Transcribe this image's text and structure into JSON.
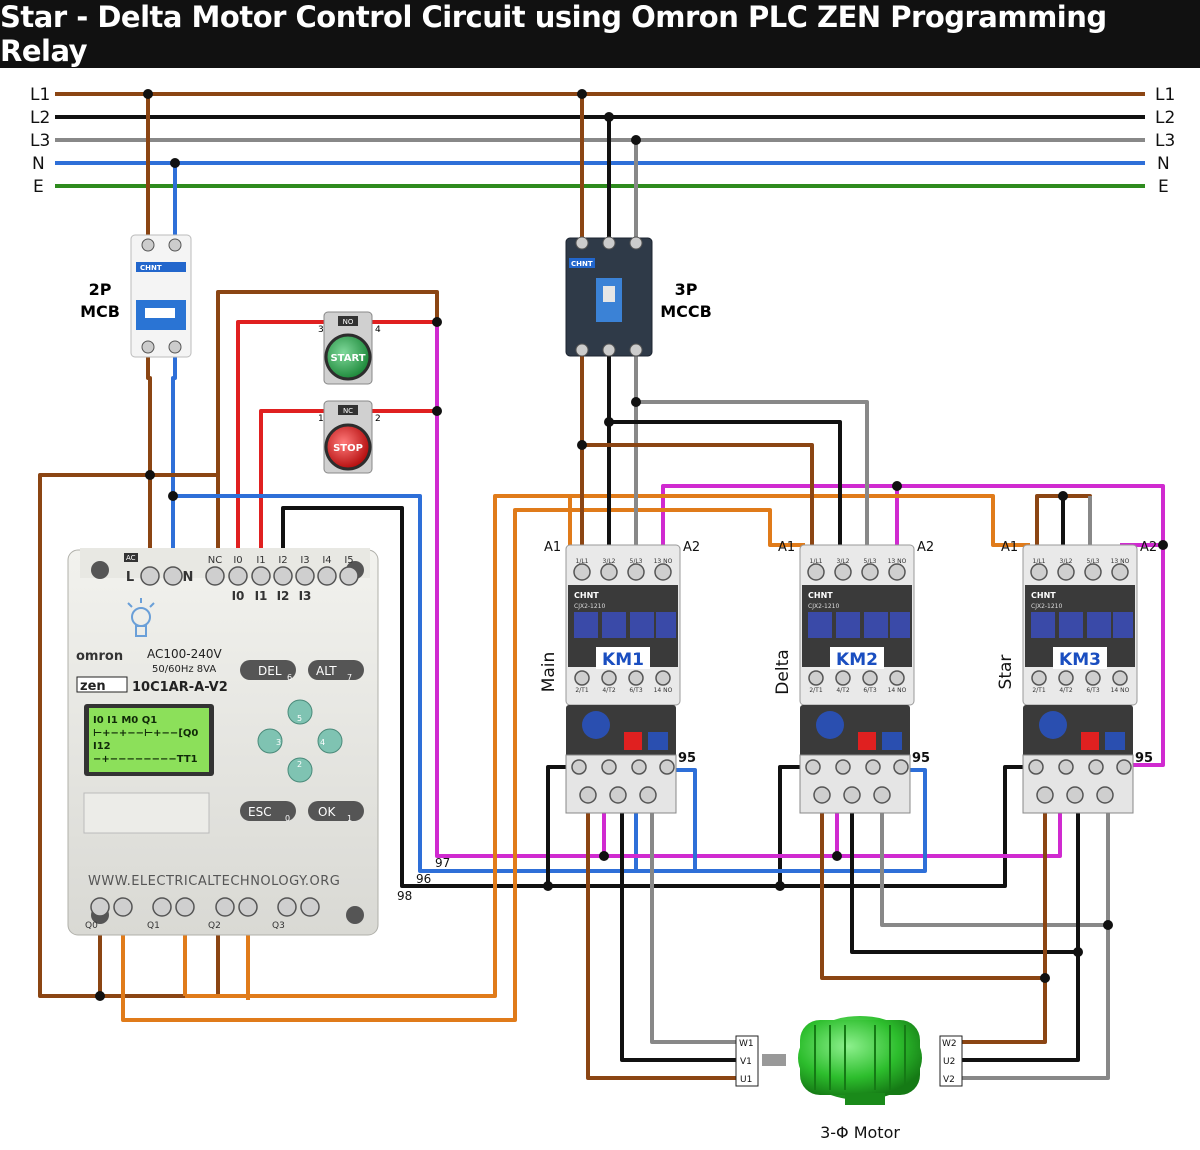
{
  "title": "Star - Delta Motor Control Circuit using Omron PLC ZEN Programming Relay",
  "bus_lines": [
    {
      "label": "L1",
      "color": "#8B4513"
    },
    {
      "label": "L2",
      "color": "#111111"
    },
    {
      "label": "L3",
      "color": "#888888"
    },
    {
      "label": "N",
      "color": "#2E6FD8"
    },
    {
      "label": "E",
      "color": "#2E8B1E"
    }
  ],
  "mcb": {
    "label_line1": "2P",
    "label_line2": "MCB",
    "brand": "CHNT"
  },
  "mccb": {
    "label_line1": "3P",
    "label_line2": "MCCB",
    "brand": "CHNT"
  },
  "buttons": {
    "start": {
      "label": "START",
      "contact": "NO",
      "term_left": "3",
      "term_right": "4",
      "color": "#2FA84F"
    },
    "stop": {
      "label": "STOP",
      "contact": "NC",
      "term_left": "1",
      "term_right": "2",
      "color": "#E02020"
    }
  },
  "plc": {
    "brand": "omron",
    "supply": "AC100-240V",
    "rating": "50/60Hz 8VA",
    "model_prefix": "zen",
    "model": "10C1AR-A-V2",
    "ac_tag": "AC",
    "terminal_labels_top": [
      "L",
      "N",
      "NC",
      "I0",
      "I1",
      "I2",
      "I3",
      "I4",
      "I5"
    ],
    "input_tags": [
      "I0",
      "I1",
      "I2",
      "I3"
    ],
    "output_tags": [
      "Q0",
      "Q1",
      "Q2",
      "Q3"
    ],
    "lcd_lines": [
      "I0 I1 M0  Q1",
      "⊢+−+−−⊢+−−[Q0",
      " I12",
      "−+−−−−−−−−TT1"
    ],
    "keys": {
      "del": "DEL",
      "del_num": "6",
      "alt": "ALT",
      "alt_num": "7",
      "esc": "ESC",
      "esc_num": "0",
      "ok": "OK",
      "ok_num": "1"
    },
    "arrow_nums": [
      "5",
      "3",
      "4",
      "2"
    ],
    "website": "WWW.ELECTRICALTECHNOLOGY.ORG"
  },
  "contactors": [
    {
      "name": "KM1",
      "role": "Main",
      "brand": "CHNT",
      "model": "CJX2-1210",
      "a1": "A1",
      "a2": "A2",
      "ol": "95"
    },
    {
      "name": "KM2",
      "role": "Delta",
      "brand": "CHNT",
      "model": "CJX2-1210",
      "a1": "A1",
      "a2": "A2",
      "ol": "95"
    },
    {
      "name": "KM3",
      "role": "Star",
      "brand": "CHNT",
      "model": "CJX2-1210",
      "a1": "A1",
      "a2": "A2",
      "ol": "95"
    }
  ],
  "contactor_terminals_top": [
    "1/L1",
    "3/L2",
    "5/L3",
    "13 NO"
  ],
  "contactor_terminals_bottom": [
    "2/T1",
    "4/T2",
    "6/T3",
    "14 NO"
  ],
  "wire_tags": [
    "97",
    "96",
    "98"
  ],
  "motor": {
    "label": "3-Φ Motor",
    "left_terms": [
      "W1",
      "V1",
      "U1"
    ],
    "right_terms": [
      "W2",
      "U2",
      "V2"
    ],
    "color": "#2DBE2D"
  },
  "wire_colors": {
    "orange": "#E07B1A",
    "red": "#E02020",
    "magenta": "#D02AD0",
    "brown": "#8B4513",
    "black": "#111111",
    "grey": "#888888",
    "blue": "#2E6FD8"
  }
}
